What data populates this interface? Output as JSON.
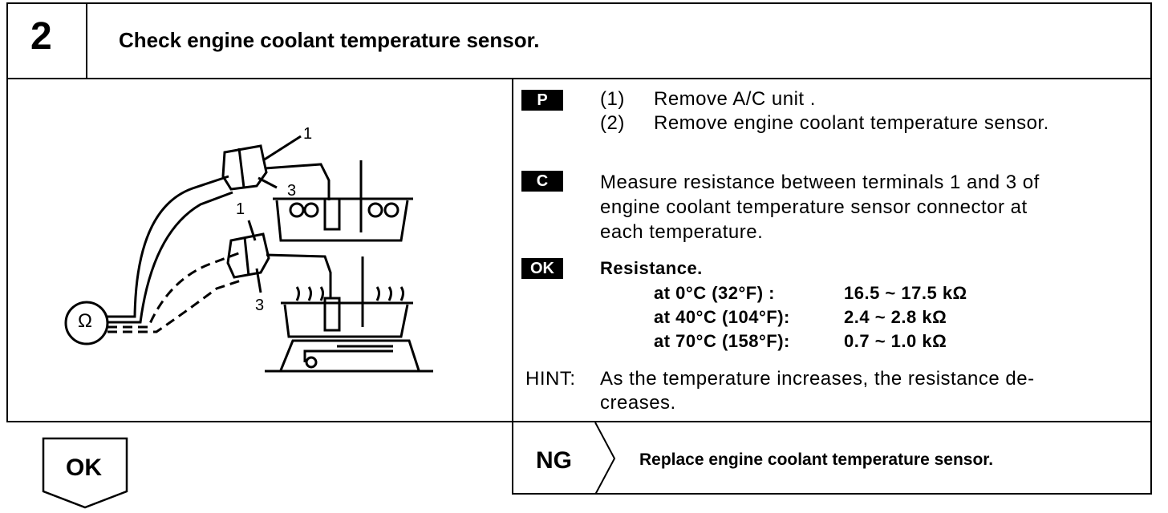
{
  "header": {
    "step_number": "2",
    "title": "Check engine coolant temperature sensor."
  },
  "diagram": {
    "labels": {
      "top_1": "1",
      "top_3": "3",
      "bottom_1": "1",
      "bottom_3": "3",
      "ohm": "Ω"
    }
  },
  "procedure": {
    "p_tag": "P",
    "steps": [
      {
        "num": "(1)",
        "text": "Remove A/C unit ."
      },
      {
        "num": "(2)",
        "text": "Remove engine coolant temperature sensor."
      }
    ],
    "c_tag": "C",
    "c_text_lines": [
      "Measure resistance between terminals 1 and 3 of",
      "engine coolant temperature sensor connector at",
      "each temperature."
    ],
    "ok_tag": "OK",
    "resistance_label": "Resistance.",
    "resistance_rows": [
      {
        "cond": "at  0°C (32°F)  :",
        "value": "16.5 ~ 17.5 kΩ"
      },
      {
        "cond": "at 40°C (104°F):",
        "value": "2.4 ~ 2.8 kΩ"
      },
      {
        "cond": "at 70°C (158°F):",
        "value": "0.7 ~ 1.0 kΩ"
      }
    ],
    "hint_label": "HINT:",
    "hint_lines": [
      "As the temperature increases, the resistance de-",
      "creases."
    ]
  },
  "results": {
    "ok_label": "OK",
    "ng_label": "NG",
    "ng_action": "Replace engine coolant temperature sensor."
  }
}
